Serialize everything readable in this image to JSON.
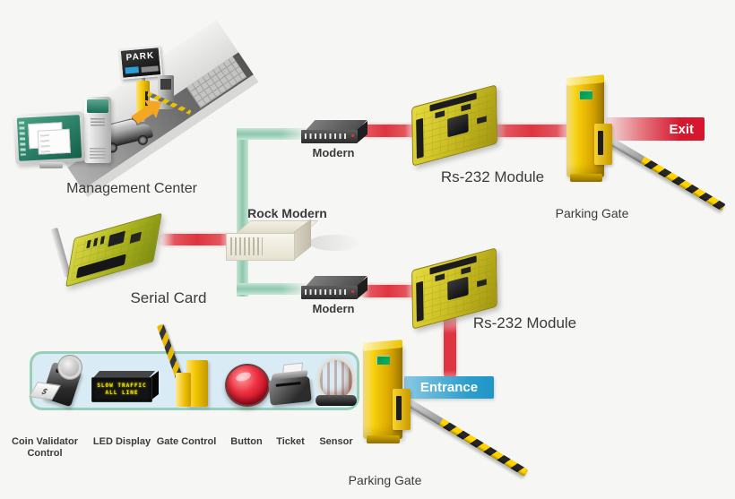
{
  "colors": {
    "background": "#f6f6f4",
    "connector_green": "#8ec7ae",
    "connector_red": "#de3540",
    "exit_red": "#d6182f",
    "entrance_blue": "#2d9fcc",
    "band_fill": "#d9ebf4",
    "band_border": "#98cfba",
    "gate_yellow": "#f2c900",
    "pcb_yellow": "#cfc226",
    "label_color": "#3b3b3b"
  },
  "management_center": {
    "label": "Management Center",
    "park_sign_text": "PARK"
  },
  "center": {
    "rock_modem_label": "Rock Modern",
    "serial_card_label": "Serial Card"
  },
  "top_link": {
    "modem_label": "Modern",
    "module_label": "Rs-232 Module",
    "exit_label": "Exit",
    "gate_label": "Parking Gate"
  },
  "bottom_link": {
    "modem_label": "Modern",
    "module_label": "Rs-232 Module",
    "entrance_label": "Entrance",
    "gate_label": "Parking Gate"
  },
  "devices": {
    "coin_symbol": "$",
    "led_line1": "SLOW TRAFFIC",
    "led_line2": "ALL LINE",
    "items": [
      {
        "label": "Coin Validator Control"
      },
      {
        "label": "LED Display"
      },
      {
        "label": "Gate Control"
      },
      {
        "label": "Button"
      },
      {
        "label": "Ticket"
      },
      {
        "label": "Sensor"
      }
    ]
  }
}
